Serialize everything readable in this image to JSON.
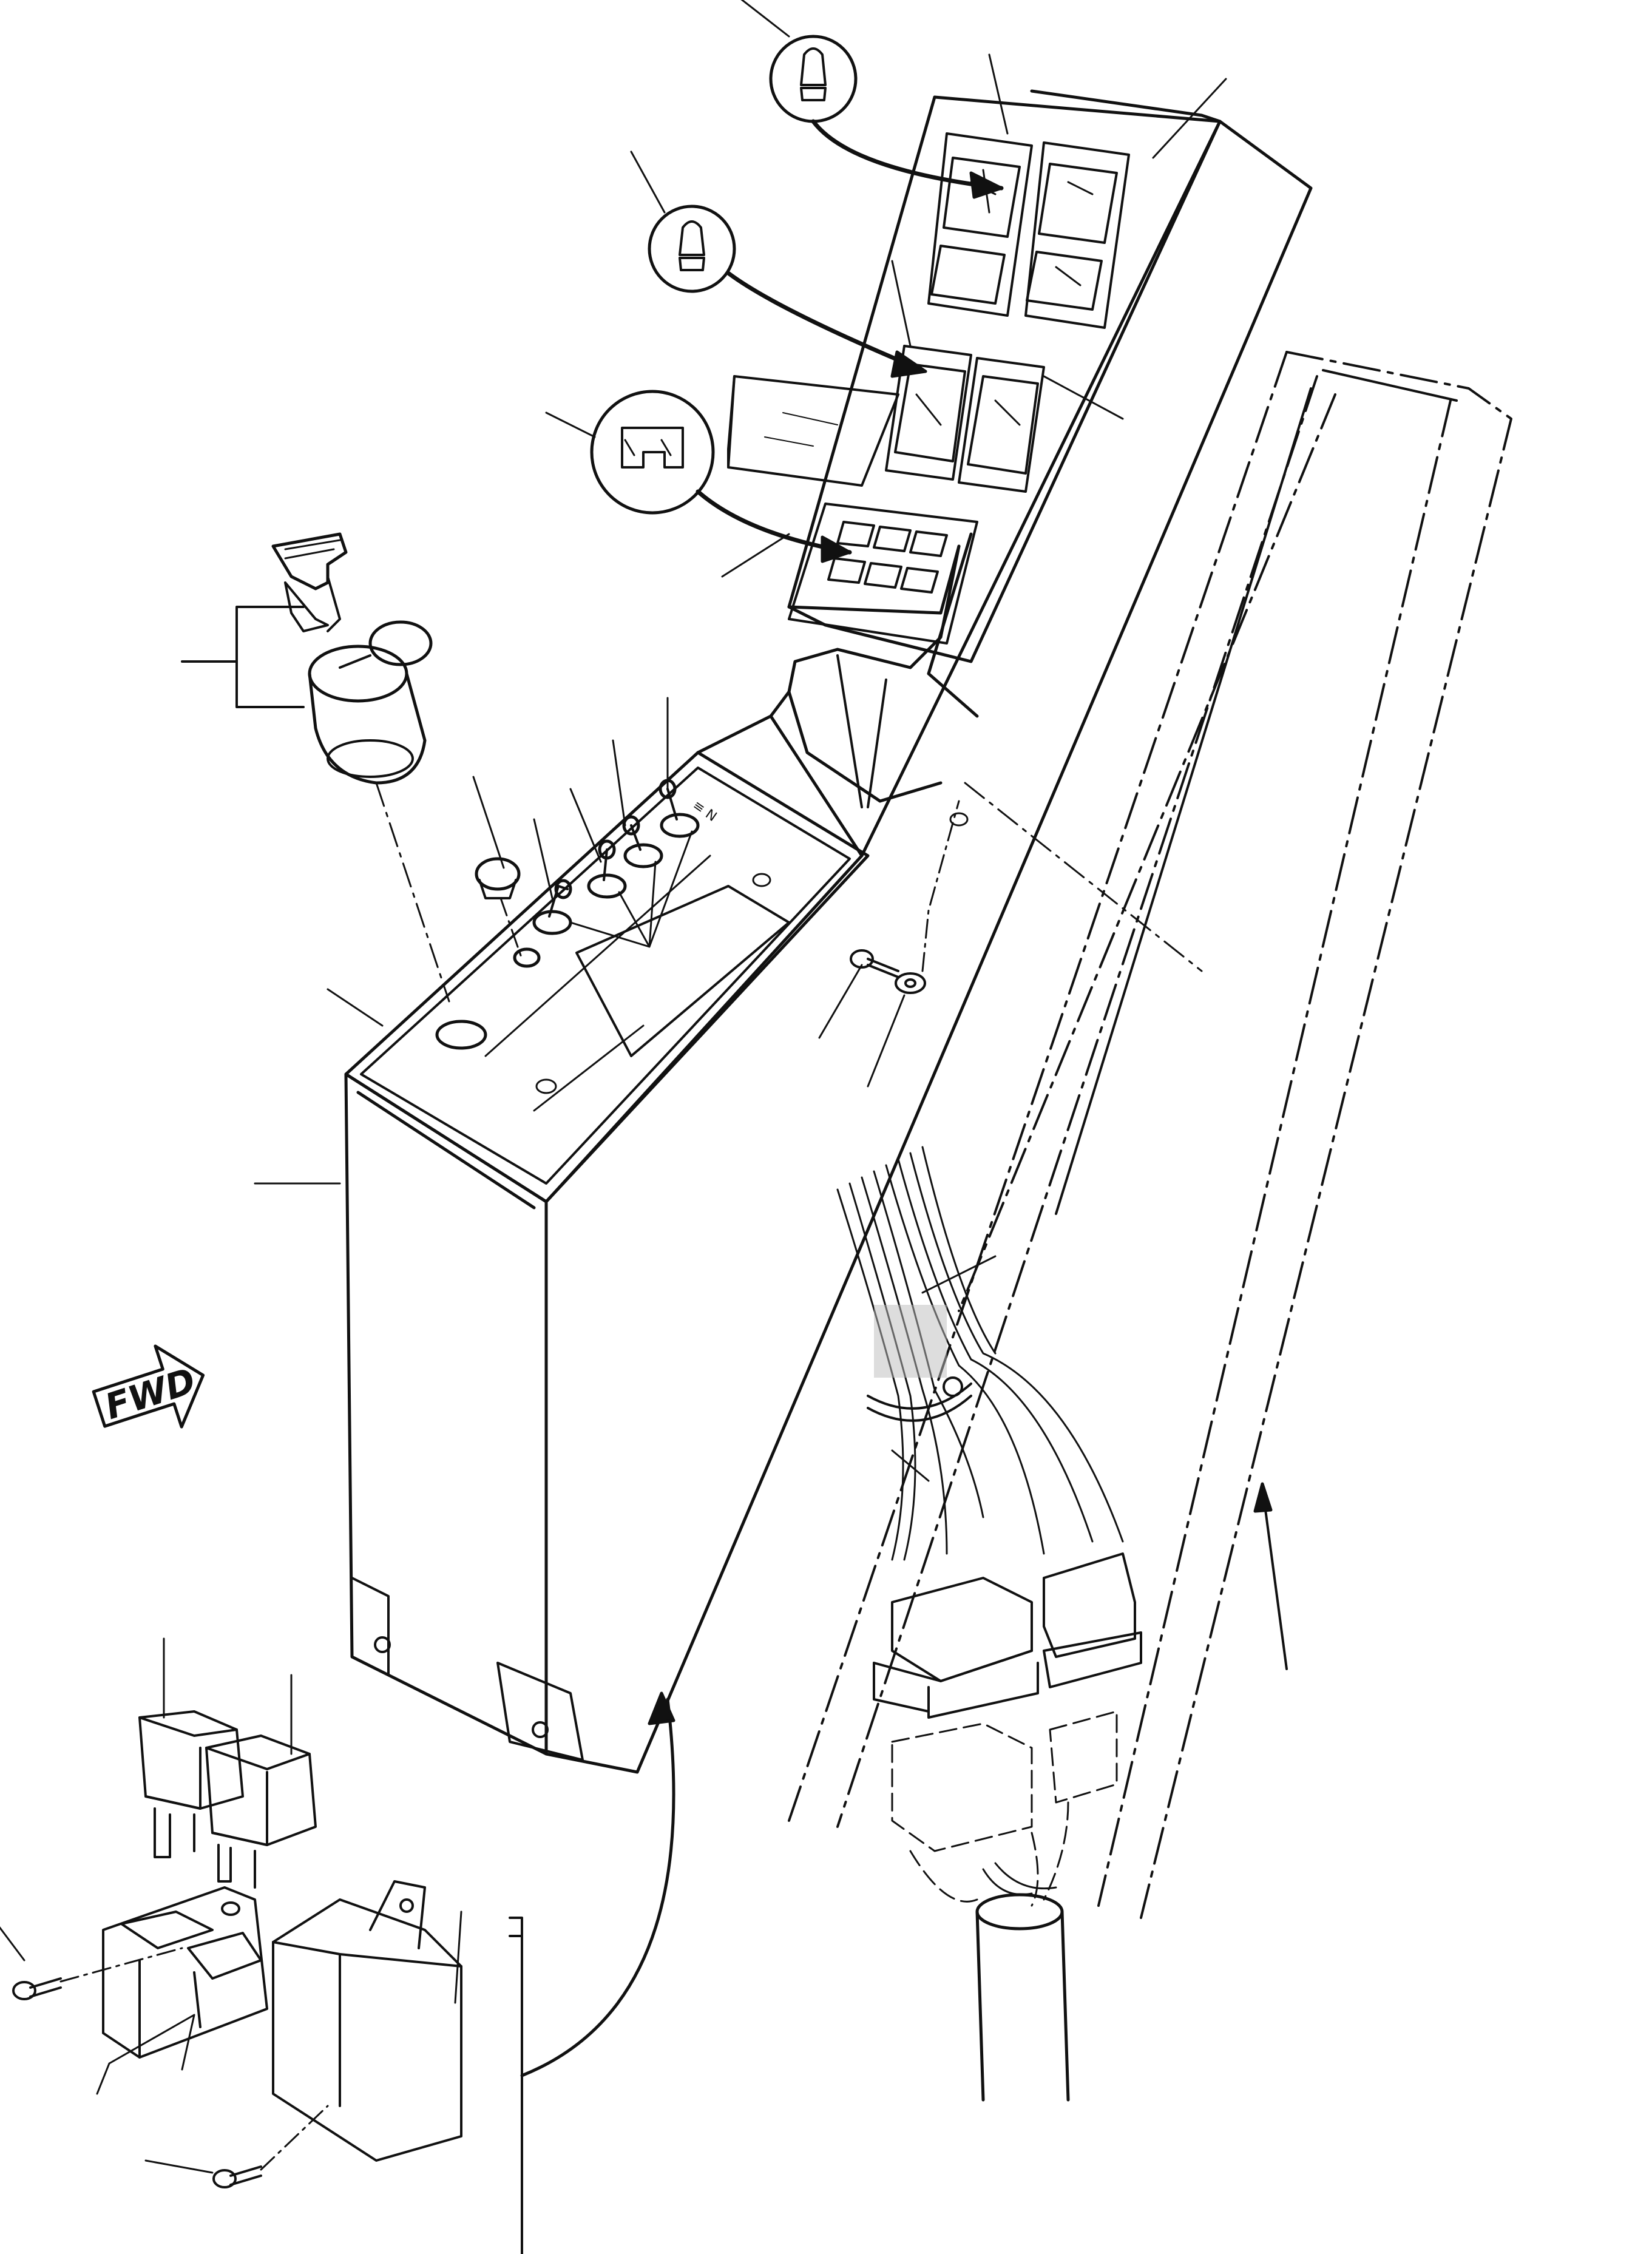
{
  "diagram": {
    "style": "exploded isometric line drawing, black ink on white",
    "ink_color": "#111111",
    "paper_color": "#ffffff",
    "direction_badge": {
      "text": "FWD",
      "icon": "arrow-right-icon"
    },
    "switch_markings": {
      "upper_plate": "≡ N"
    }
  }
}
